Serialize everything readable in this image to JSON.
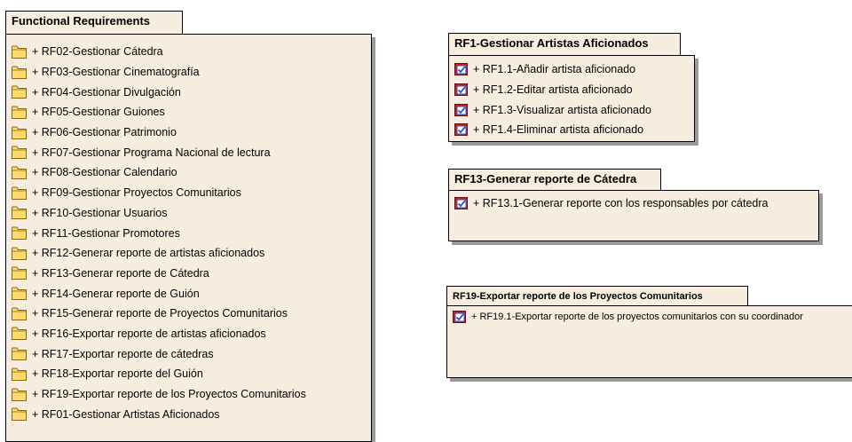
{
  "colors": {
    "package_fill": "#f7eddf",
    "folder_fill": "#ffd96a",
    "req_icon_red": "#c81e1e",
    "req_icon_blue": "#2b55c8",
    "shadow": "#9a9a9a"
  },
  "main_package": {
    "title": "Functional Requirements",
    "icon": "folder-icon",
    "items": [
      "+ RF02-Gestionar Cátedra",
      "+ RF03-Gestionar Cinematografía",
      "+ RF04-Gestionar Divulgación",
      "+ RF05-Gestionar Guiones",
      "+ RF06-Gestionar Patrimonio",
      "+ RF07-Gestionar Programa Nacional de lectura",
      "+ RF08-Gestionar Calendario",
      "+ RF09-Gestionar Proyectos Comunitarios",
      "+ RF10-Gestionar Usuarios",
      "+ RF11-Gestionar Promotores",
      "+ RF12-Generar reporte de artistas aficionados",
      "+ RF13-Generar reporte de Cátedra",
      "+ RF14-Generar reporte de Guión",
      "+ RF15-Generar reporte de Proyectos Comunitarios",
      "+ RF16-Exportar reporte de artistas aficionados",
      "+ RF17-Exportar reporte de cátedras",
      "+ RF18-Exportar reporte del Guión",
      "+ RF19-Exportar reporte de los Proyectos Comunitarios",
      "+ RF01-Gestionar Artistas Aficionados"
    ]
  },
  "rf1_package": {
    "title": "RF1-Gestionar Artistas Aficionados",
    "icon": "requirement-icon",
    "items": [
      "+ RF1.1-Añadir artista aficionado",
      "+ RF1.2-Editar artista aficionado",
      "+ RF1.3-Visualizar artista aficionado",
      "+ RF1.4-Eliminar artista aficionado"
    ]
  },
  "rf13_package": {
    "title": "RF13-Generar reporte de Cátedra",
    "icon": "requirement-icon",
    "items": [
      "+ RF13.1-Generar reporte con los responsables por cátedra"
    ]
  },
  "rf19_package": {
    "title": "RF19-Exportar reporte de los Proyectos Comunitarios",
    "icon": "requirement-icon",
    "items": [
      "+ RF19.1-Exportar reporte de los proyectos comunitarios con su coordinador"
    ]
  }
}
